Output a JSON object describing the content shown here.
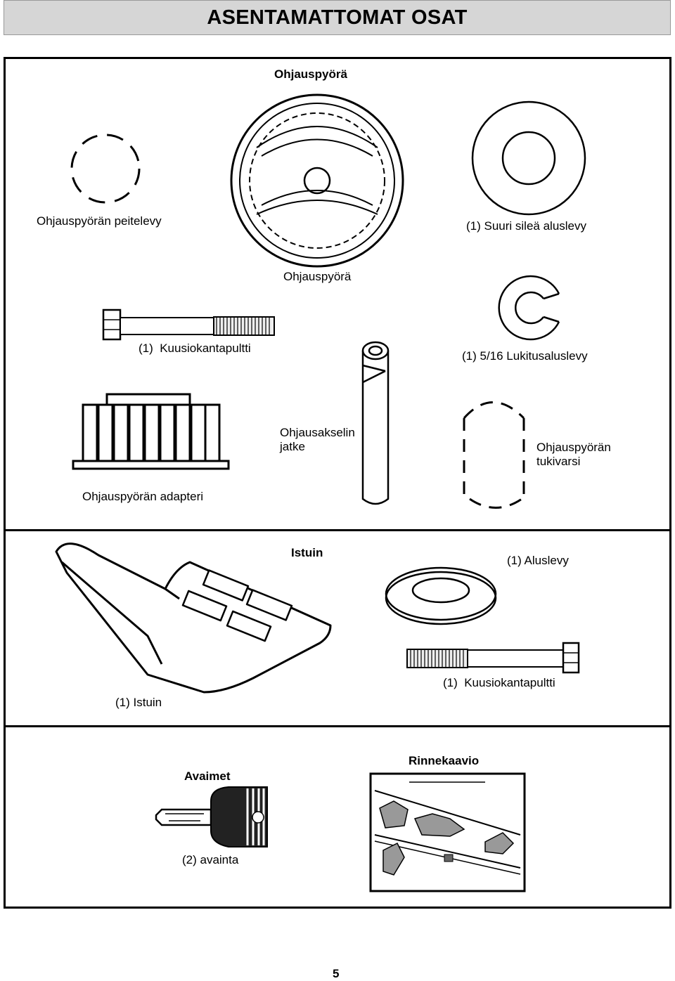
{
  "page_title": "ASENTAMATTOMAT OSAT",
  "section1": {
    "heading": "Ohjauspyörä",
    "labels": {
      "cover": "Ohjauspyörän peitelevy",
      "washer": "(1) Suuri sileä aluslevy",
      "wheel": "Ohjauspyörä",
      "bolt": "(1)  Kuusiokantapultti",
      "lockwasher": "(1) 5/16 Lukitusaluslevy",
      "extension": "Ohjausakselin\njatke",
      "support": "Ohjauspyörän\ntukivarsi",
      "adapter": "Ohjauspyörän adapteri"
    }
  },
  "section2": {
    "heading": "Istuin",
    "labels": {
      "washer": "(1) Aluslevy",
      "bolt": "(1)  Kuusiokantapultti",
      "seat": "(1) Istuin"
    }
  },
  "section3": {
    "keys_heading": "Avaimet",
    "keys_label": "(2) avainta",
    "slope_heading": "Rinnekaavio"
  },
  "page_number": "5"
}
